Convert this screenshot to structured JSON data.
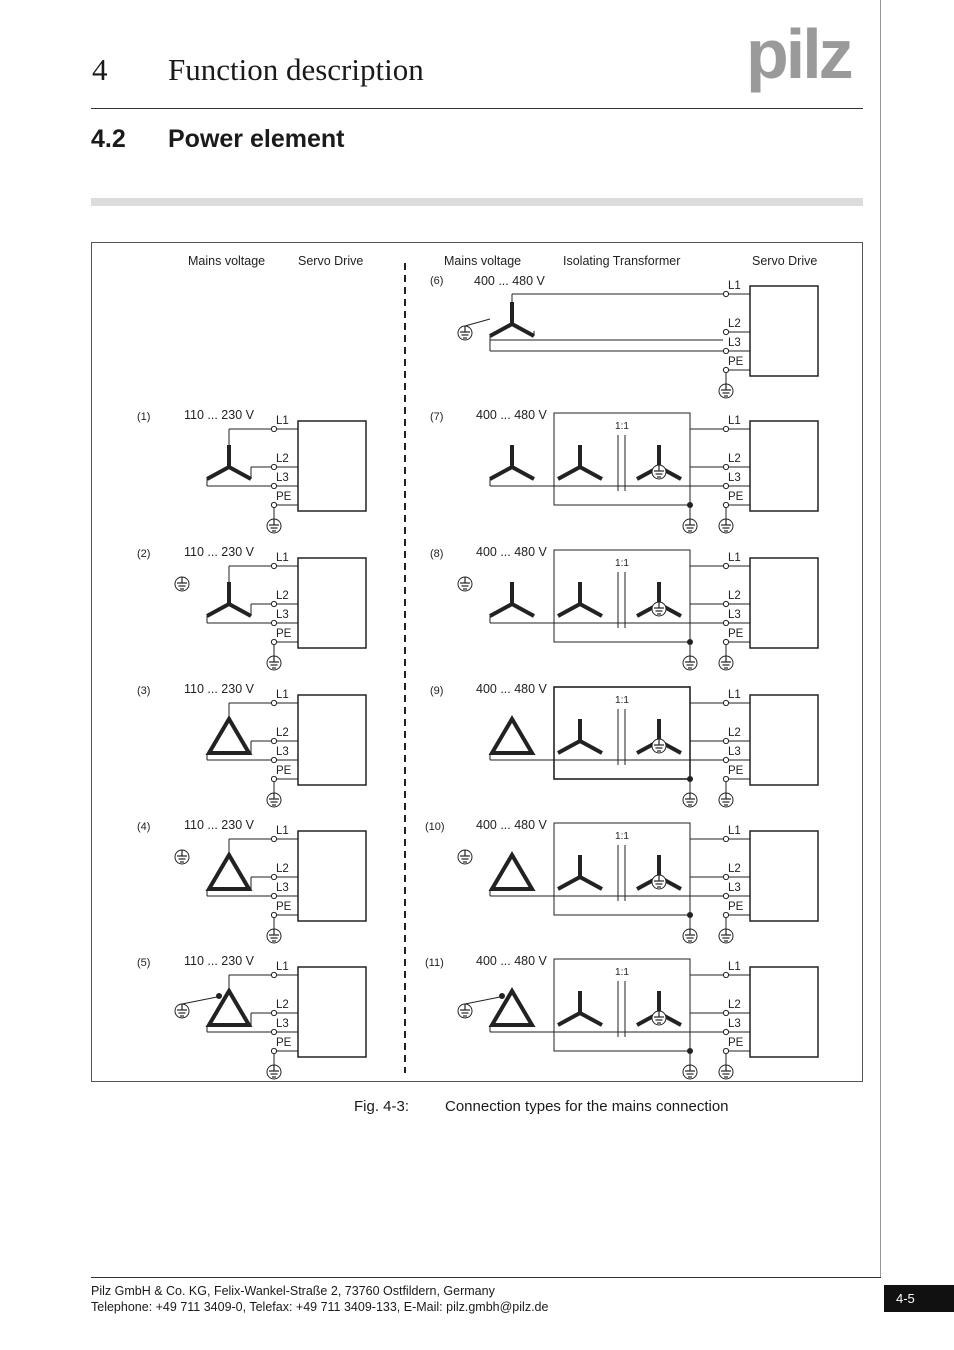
{
  "header": {
    "chapter_number": "4",
    "chapter_title": "Function description",
    "logo_text": "pilz"
  },
  "section": {
    "number": "4.2",
    "title": "Power element"
  },
  "figure": {
    "left_headers": {
      "mains": "Mains voltage",
      "drive": "Servo Drive"
    },
    "right_headers": {
      "mains": "Mains voltage",
      "transformer": "Isolating Transformer",
      "drive": "Servo Drive"
    },
    "left_voltage": "110 ... 230 V",
    "right_voltage": "400 ... 480 V",
    "ratio": "1:1",
    "terminals": [
      "L1",
      "L2",
      "L3",
      "PE"
    ],
    "left_labels": [
      "(1)",
      "(2)",
      "(3)",
      "(4)",
      "(5)"
    ],
    "right_labels": [
      "(6)",
      "(7)",
      "(8)",
      "(9)",
      "(10)",
      "(11)"
    ],
    "caption_number": "Fig. 4-3:",
    "caption_text": "Connection types for the mains connection"
  },
  "footer": {
    "line1": "Pilz GmbH & Co. KG, Felix-Wankel-Straße 2, 73760 Ostfildern, Germany",
    "line2": "Telephone: +49 711 3409-0, Telefax: +49 711 3409-133, E-Mail: pilz.gmbh@pilz.de",
    "page": "4-5"
  }
}
